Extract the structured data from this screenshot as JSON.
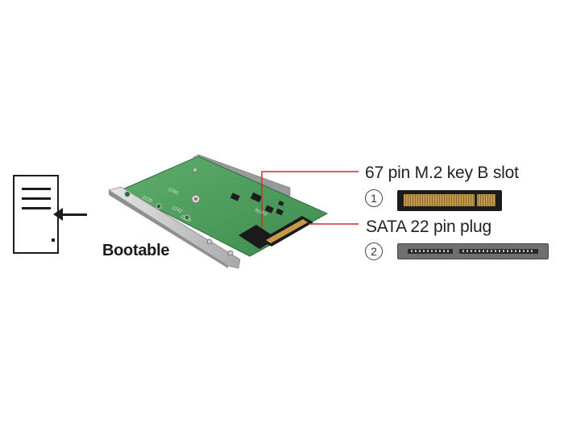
{
  "callouts": [
    {
      "number": "1",
      "label": "67 pin M.2 key B slot"
    },
    {
      "number": "2",
      "label": "SATA 22 pin plug"
    }
  ],
  "boot_label": "Bootable",
  "silkscreen": {
    "mount_2230": "2230",
    "mount_2242": "2242",
    "mount_2260": "2260",
    "mount_2280": "2280",
    "slot_name": "NGFF"
  },
  "colors": {
    "pcb_green": "#4c9a5c",
    "callout_red": "#d62828",
    "bracket_gray": "#bdbdbd",
    "pin_gold": "#c49a4a"
  },
  "icons": [
    "document-icon",
    "arrow-left-icon"
  ]
}
